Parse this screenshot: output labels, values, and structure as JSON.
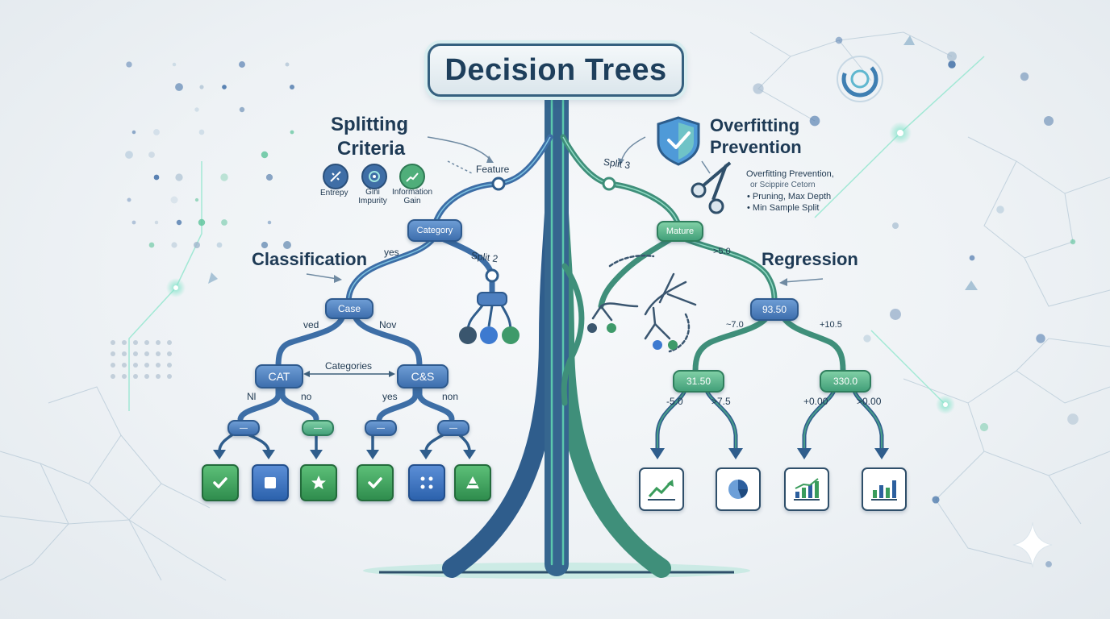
{
  "title": "Decision Trees",
  "splitting": {
    "heading_line1": "Splitting",
    "heading_line2": "Criteria",
    "criteria": [
      {
        "label": "Entrepy",
        "icon": "entropy-icon"
      },
      {
        "label_line1": "Gini",
        "label_line2": "Impurity",
        "icon": "gini-icon"
      },
      {
        "label_line1": "Information",
        "label_line2": "Gain",
        "icon": "information-gain-icon"
      }
    ]
  },
  "overfitting": {
    "heading_line1": "Overfitting",
    "heading_line2": "Prevention",
    "notes": [
      "Overfitting Prevention,",
      "or Scippire Cetorn",
      "• Pruning, Max Depth",
      "• Min Sample Split"
    ],
    "icons": [
      "shield-check-icon",
      "scissors-icon"
    ]
  },
  "trunk_labels": {
    "feature": "Feature",
    "split3": "Split 3",
    "split2": "Split 2"
  },
  "classification": {
    "heading": "Classification",
    "category_node": "Category",
    "yes_label": "yes",
    "case_node": "Case",
    "ved": "ved",
    "nov": "Nov",
    "cat_node": "CAT",
    "cs_node": "C&S",
    "categories_label": "Categories",
    "cat_branches": [
      "Nl",
      "no"
    ],
    "cs_branches": [
      "yes",
      "non"
    ],
    "leaves": [
      "checkmark-icon",
      "square-icon",
      "star-icon",
      "checkmark-icon",
      "dots-grid-icon",
      "triangle-icon"
    ]
  },
  "regression": {
    "heading": "Regression",
    "mature_node": "Mature",
    "gt50": ">5.0",
    "node_9350": "93.50",
    "left_label": "~7.0",
    "right_label": "+10.5",
    "node_3150": "31.50",
    "node_3300": "330.0",
    "leaf_labels": [
      "-5.0",
      ">7.5",
      "+0.00",
      ">0.00"
    ],
    "leaves": [
      "line-trend-icon",
      "pie-chart-icon",
      "bar-growth-icon",
      "bar-chart-icon"
    ]
  },
  "colors": {
    "blue": "#3e6fae",
    "green": "#43a07a",
    "teal": "#5fd3b0",
    "dark": "#1e3a55"
  }
}
